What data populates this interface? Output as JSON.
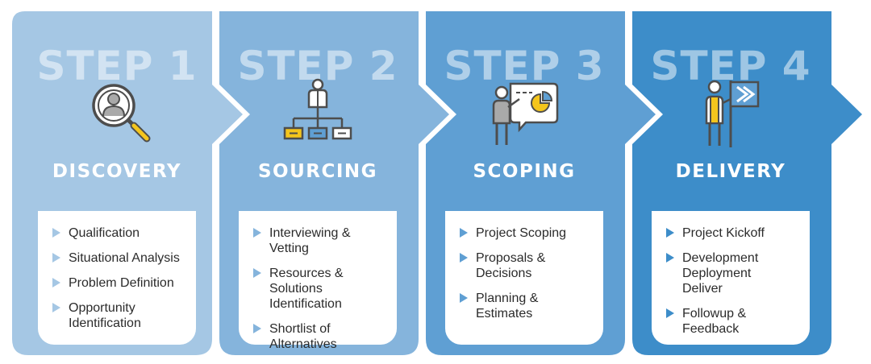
{
  "colors": {
    "step1": "#a5c7e4",
    "step2": "#85b4dc",
    "step3": "#5f9fd3",
    "step4": "#3d8dc9",
    "icon_outline": "#4d4d4d",
    "icon_accent": "#f4c51c",
    "bullet1": "#a5c7e4",
    "bullet2": "#85b4dc",
    "bullet3": "#5f9fd3",
    "bullet4": "#3d8dc9"
  },
  "steps": [
    {
      "number": "STEP 1",
      "title": "DISCOVERY",
      "icon": "magnifier-person-icon",
      "items": [
        "Qualification",
        "Situational Analysis",
        "Problem Definition",
        "Opportunity\nIdentification"
      ]
    },
    {
      "number": "STEP 2",
      "title": "SOURCING",
      "icon": "org-chart-icon",
      "items": [
        "Interviewing & Vetting",
        "Resources & Solutions\nIdentification",
        "Shortlist of Alternatives"
      ]
    },
    {
      "number": "STEP 3",
      "title": "SCOPING",
      "icon": "presentation-icon",
      "items": [
        "Project Scoping",
        "Proposals & Decisions",
        "Planning & Estimates"
      ]
    },
    {
      "number": "STEP 4",
      "title": "DELIVERY",
      "icon": "flag-person-icon",
      "items": [
        "Project Kickoff",
        "Development\nDeployment\nDeliver",
        "Followup & Feedback"
      ]
    }
  ]
}
